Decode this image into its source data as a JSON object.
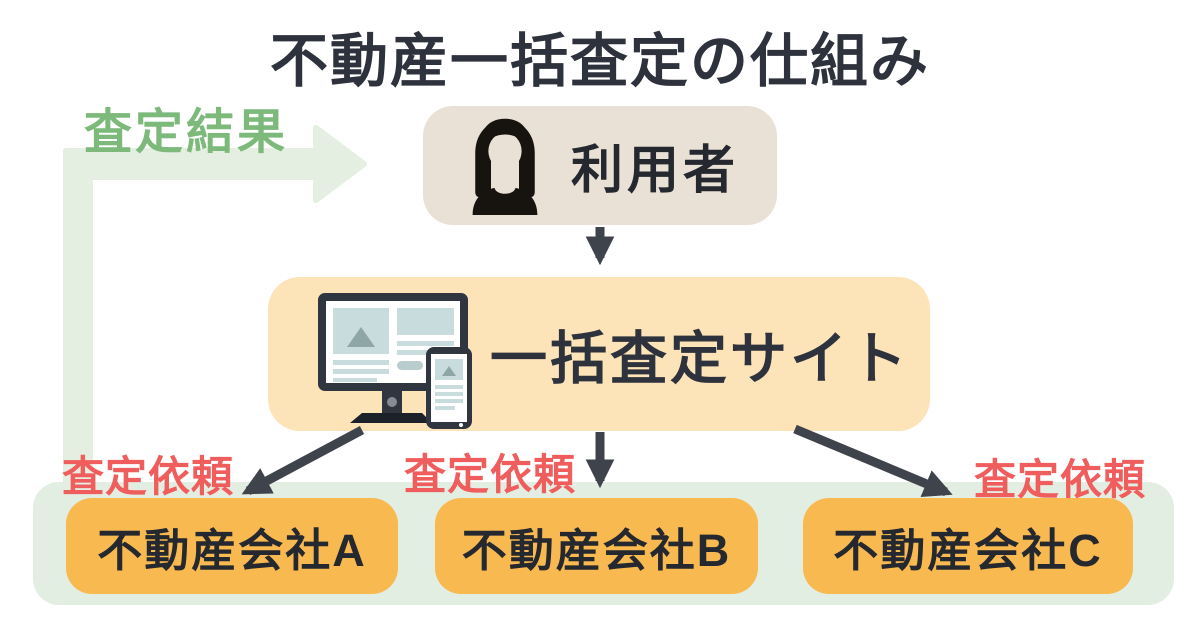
{
  "title": "不動産一括査定の仕組み",
  "labels": {
    "result": "査定結果",
    "requests": [
      "査定依頼",
      "査定依頼",
      "査定依頼"
    ]
  },
  "nodes": {
    "user": {
      "label": "利用者",
      "icon": "person-icon"
    },
    "site": {
      "label": "一括査定サイト",
      "icon": "devices-icon"
    },
    "companies": [
      {
        "label": "不動産会社A"
      },
      {
        "label": "不動産会社B"
      },
      {
        "label": "不動産会社C"
      }
    ]
  },
  "colors": {
    "background": "#ffffff",
    "title_text": "#2e323c",
    "result_text": "#7cb97a",
    "result_arrow": "#e4efe1",
    "request_text": "#ef5d5d",
    "user_box": "#e9e1d6",
    "site_box": "#fce4b8",
    "company_box": "#f8b950",
    "companies_container": "#e3eee2",
    "flow_arrow": "#3f434b"
  }
}
